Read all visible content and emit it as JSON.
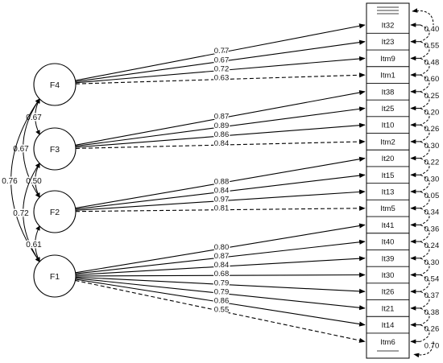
{
  "factors": [
    {
      "id": "F4",
      "label": "F4"
    },
    {
      "id": "F3",
      "label": "F3"
    },
    {
      "id": "F2",
      "label": "F2"
    },
    {
      "id": "F1",
      "label": "F1"
    }
  ],
  "factor_correlations": [
    {
      "from": "F4",
      "to": "F3",
      "value": "0.67"
    },
    {
      "from": "F4",
      "to": "F2",
      "value": "0.67"
    },
    {
      "from": "F4",
      "to": "F1",
      "value": "0.76"
    },
    {
      "from": "F3",
      "to": "F2",
      "value": "0.50"
    },
    {
      "from": "F3",
      "to": "F1",
      "value": "0.72"
    },
    {
      "from": "F2",
      "to": "F1",
      "value": "0.61"
    }
  ],
  "items": [
    {
      "label": "It32",
      "factor": "F4",
      "loading": "0.77",
      "fixed": false,
      "error": "0.40"
    },
    {
      "label": "It23",
      "factor": "F4",
      "loading": "0.67",
      "fixed": false,
      "error": "0.55"
    },
    {
      "label": "Itm9",
      "factor": "F4",
      "loading": "0.72",
      "fixed": false,
      "error": "0.48"
    },
    {
      "label": "Itm1",
      "factor": "F4",
      "loading": "0.63",
      "fixed": true,
      "error": "0.60"
    },
    {
      "label": "It38",
      "factor": "F3",
      "loading": "0.87",
      "fixed": false,
      "error": "0.25"
    },
    {
      "label": "It25",
      "factor": "F3",
      "loading": "0.89",
      "fixed": false,
      "error": "0.20"
    },
    {
      "label": "It10",
      "factor": "F3",
      "loading": "0.86",
      "fixed": false,
      "error": "0.26"
    },
    {
      "label": "Itm2",
      "factor": "F3",
      "loading": "0.84",
      "fixed": true,
      "error": "0.30"
    },
    {
      "label": "It20",
      "factor": "F2",
      "loading": "0.88",
      "fixed": false,
      "error": "0.22"
    },
    {
      "label": "It15",
      "factor": "F2",
      "loading": "0.84",
      "fixed": false,
      "error": "0.30"
    },
    {
      "label": "It13",
      "factor": "F2",
      "loading": "0.97",
      "fixed": false,
      "error": "0.05"
    },
    {
      "label": "Itm5",
      "factor": "F2",
      "loading": "0.81",
      "fixed": true,
      "error": "0.34"
    },
    {
      "label": "It41",
      "factor": "F1",
      "loading": "0.80",
      "fixed": false,
      "error": "0.36"
    },
    {
      "label": "It40",
      "factor": "F1",
      "loading": "0.87",
      "fixed": false,
      "error": "0.24"
    },
    {
      "label": "It39",
      "factor": "F1",
      "loading": "0.84",
      "fixed": false,
      "error": "0.30"
    },
    {
      "label": "It30",
      "factor": "F1",
      "loading": "0.68",
      "fixed": false,
      "error": "0.54"
    },
    {
      "label": "It26",
      "factor": "F1",
      "loading": "0.79",
      "fixed": false,
      "error": "0.37"
    },
    {
      "label": "It21",
      "factor": "F1",
      "loading": "0.79",
      "fixed": false,
      "error": "0.38"
    },
    {
      "label": "It14",
      "factor": "F1",
      "loading": "0.86",
      "fixed": false,
      "error": "0.26"
    },
    {
      "label": "Itm6",
      "factor": "F1",
      "loading": "0.55",
      "fixed": true,
      "error": "0.70"
    }
  ]
}
